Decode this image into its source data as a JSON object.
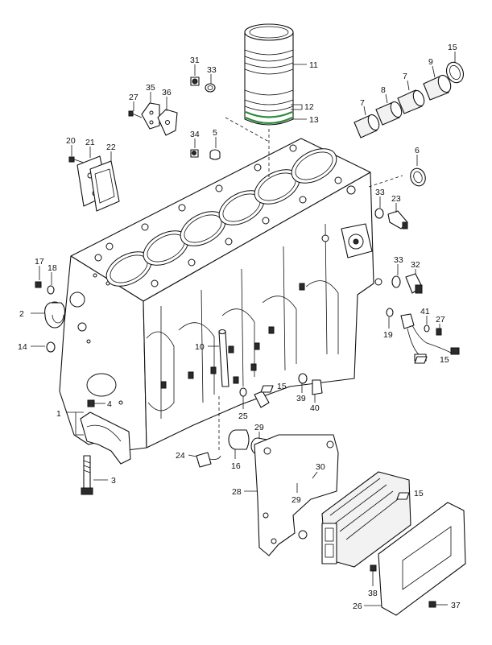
{
  "figure": {
    "seal_color": "#2e8b3a",
    "flag_text": "15"
  },
  "callouts": [
    {
      "id": "c11",
      "label": "11"
    },
    {
      "id": "c12",
      "label": "12"
    },
    {
      "id": "c13",
      "label": "13"
    },
    {
      "id": "c15a",
      "label": "15"
    },
    {
      "id": "c9",
      "label": "9"
    },
    {
      "id": "c7a",
      "label": "7"
    },
    {
      "id": "c8",
      "label": "8"
    },
    {
      "id": "c7b",
      "label": "7"
    },
    {
      "id": "c31",
      "label": "31"
    },
    {
      "id": "c33a",
      "label": "33"
    },
    {
      "id": "c35",
      "label": "35"
    },
    {
      "id": "c36",
      "label": "36"
    },
    {
      "id": "c27a",
      "label": "27"
    },
    {
      "id": "c34",
      "label": "34"
    },
    {
      "id": "c5",
      "label": "5"
    },
    {
      "id": "c20",
      "label": "20"
    },
    {
      "id": "c21",
      "label": "21"
    },
    {
      "id": "c22",
      "label": "22"
    },
    {
      "id": "c6",
      "label": "6"
    },
    {
      "id": "c33b",
      "label": "33"
    },
    {
      "id": "c23",
      "label": "23"
    },
    {
      "id": "c17",
      "label": "17"
    },
    {
      "id": "c18",
      "label": "18"
    },
    {
      "id": "c33c",
      "label": "33"
    },
    {
      "id": "c32",
      "label": "32"
    },
    {
      "id": "c2",
      "label": "2"
    },
    {
      "id": "c41",
      "label": "41"
    },
    {
      "id": "c27b",
      "label": "27"
    },
    {
      "id": "c19",
      "label": "19"
    },
    {
      "id": "c14",
      "label": "14"
    },
    {
      "id": "c10",
      "label": "10"
    },
    {
      "id": "c15b",
      "label": "15"
    },
    {
      "id": "c15c",
      "label": "15"
    },
    {
      "id": "c39",
      "label": "39"
    },
    {
      "id": "c40",
      "label": "40"
    },
    {
      "id": "c4",
      "label": "4"
    },
    {
      "id": "c1",
      "label": "1"
    },
    {
      "id": "c25",
      "label": "25"
    },
    {
      "id": "c29a",
      "label": "29"
    },
    {
      "id": "c24",
      "label": "24"
    },
    {
      "id": "c16",
      "label": "16"
    },
    {
      "id": "c30",
      "label": "30"
    },
    {
      "id": "c3",
      "label": "3"
    },
    {
      "id": "c28",
      "label": "28"
    },
    {
      "id": "c29b",
      "label": "29"
    },
    {
      "id": "c15d",
      "label": "15"
    },
    {
      "id": "c38",
      "label": "38"
    },
    {
      "id": "c26",
      "label": "26"
    },
    {
      "id": "c37",
      "label": "37"
    }
  ]
}
